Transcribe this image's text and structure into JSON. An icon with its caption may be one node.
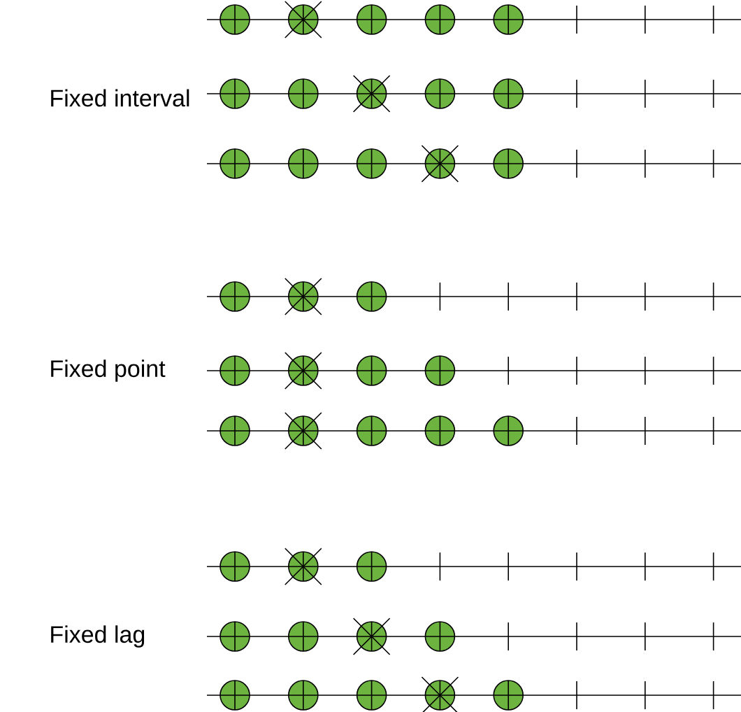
{
  "diagram": {
    "labels": [
      "Fixed interval",
      "Fixed point",
      "Fixed lag"
    ]
  }
}
